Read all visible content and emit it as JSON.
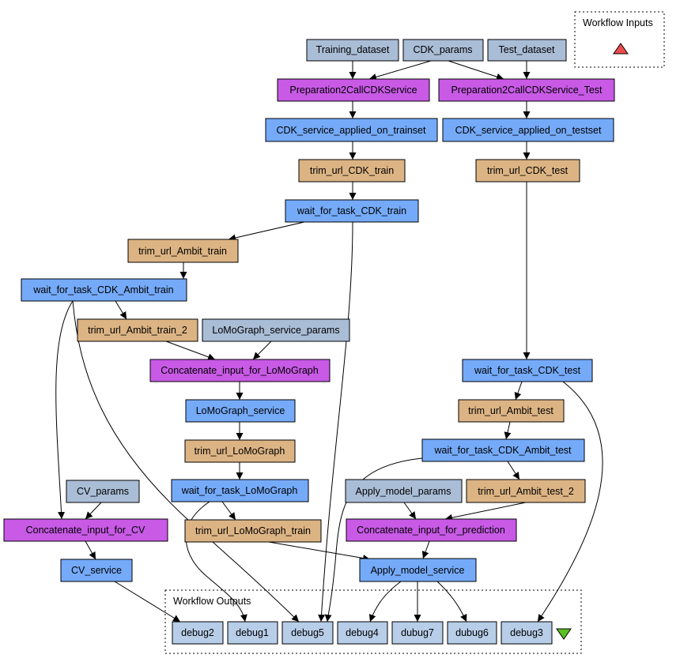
{
  "colors": {
    "input": "#aabdd6",
    "preparation": "#c85ae6",
    "service": "#75aaf8",
    "trim": "#dcb484",
    "output": "#b7cde8",
    "inputs_marker": "#ee4c4c",
    "outputs_marker": "#5cbf20"
  },
  "clusters": {
    "inputs_label": "Workflow Inputs",
    "outputs_label": "Workflow Outputs"
  },
  "nodes": {
    "training_dataset": "Training_dataset",
    "cdk_params": "CDK_params",
    "test_dataset": "Test_dataset",
    "prep_train": "Preparation2CallCDKService",
    "prep_test": "Preparation2CallCDKService_Test",
    "cdk_train": "CDK_service_applied_on_trainset",
    "cdk_test": "CDK_service_applied_on_testset",
    "trim_cdk_train": "trim_url_CDK_train",
    "trim_cdk_test": "trim_url_CDK_test",
    "wait_cdk_train": "wait_for_task_CDK_train",
    "trim_ambit_train": "trim_url_Ambit_train",
    "wait_cdk_ambit_train": "wait_for_task_CDK_Ambit_train",
    "trim_ambit_train_2": "trim_url_Ambit_train_2",
    "lomograph_params": "LoMoGraph_service_params",
    "concat_lomograph": "Concatenate_input_for_LoMoGraph",
    "lomograph_service": "LoMoGraph_service",
    "trim_lomograph": "trim_url_LoMoGraph",
    "wait_lomograph": "wait_for_task_LoMoGraph",
    "trim_lomograph_train": "trim_url_LoMoGraph_train",
    "cv_params": "CV_params",
    "concat_cv": "Concatenate_input_for_CV",
    "cv_service": "CV_service",
    "wait_cdk_test": "wait_for_task_CDK_test",
    "trim_ambit_test": "trim_url_Ambit_test",
    "wait_cdk_ambit_test": "wait_for_task_CDK_Ambit_test",
    "trim_ambit_test_2": "trim_url_Ambit_test_2",
    "apply_params": "Apply_model_params",
    "concat_prediction": "Concatenate_input_for_prediction",
    "apply_service": "Apply_model_service",
    "debug2": "debug2",
    "debug1": "debug1",
    "debug5": "debug5",
    "debug4": "debug4",
    "dubug7": "dubug7",
    "dubug6": "dubug6",
    "debug3": "debug3"
  }
}
